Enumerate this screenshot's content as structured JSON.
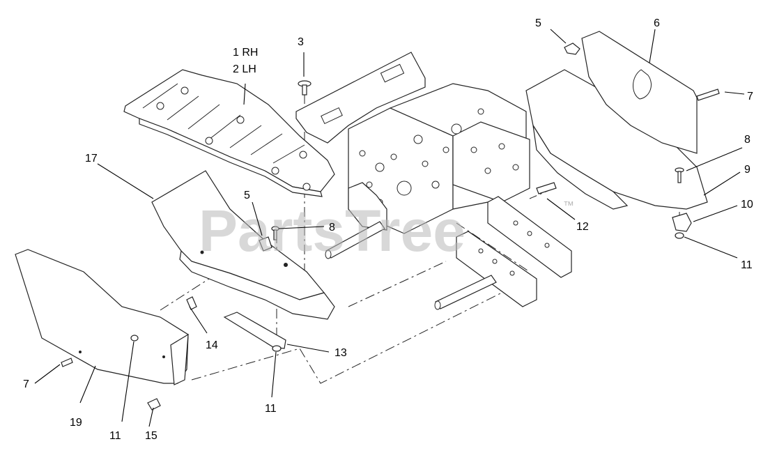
{
  "watermark": {
    "text": "PartsTree",
    "trademark": "™"
  },
  "callouts": {
    "c1": "1 RH",
    "c2": "2 LH",
    "c3": "3",
    "c5a": "5",
    "c6": "6",
    "c7a": "7",
    "c8a": "8",
    "c9": "9",
    "c10": "10",
    "c11a": "11",
    "c12": "12",
    "c17": "17",
    "c5b": "5",
    "c8b": "8",
    "c14": "14",
    "c13": "13",
    "c11b": "11",
    "c7b": "7",
    "c19": "19",
    "c11c": "11",
    "c15": "15"
  }
}
